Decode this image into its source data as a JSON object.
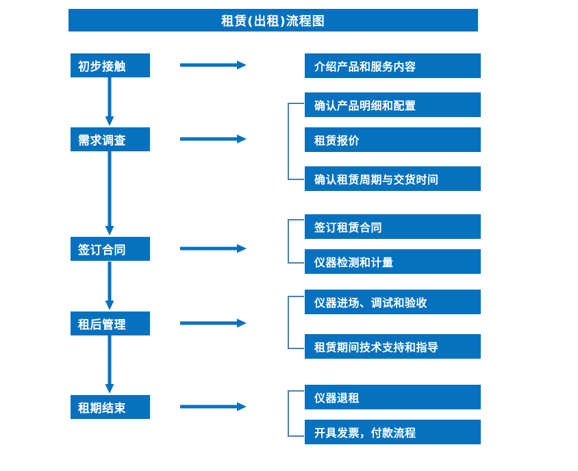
{
  "diagram": {
    "title": "租赁(出租)流程图",
    "colors": {
      "box_fill": "#0571bf",
      "box_text": "#ffffff",
      "arrow": "#0571bf",
      "bracket": "#4a7fb0",
      "background": "#ffffff"
    },
    "stages": [
      {
        "id": "stage-1",
        "label": "初步接触"
      },
      {
        "id": "stage-2",
        "label": "需求调查"
      },
      {
        "id": "stage-3",
        "label": "签订合同"
      },
      {
        "id": "stage-4",
        "label": "租后管理"
      },
      {
        "id": "stage-5",
        "label": "租期结束"
      }
    ],
    "groups": [
      {
        "id": "group-1",
        "stage": "初步接触",
        "bracket": false,
        "details": [
          {
            "id": "detail-1-1",
            "label": "介绍产品和服务内容"
          }
        ]
      },
      {
        "id": "group-2",
        "stage": "需求调查",
        "bracket": true,
        "details": [
          {
            "id": "detail-2-1",
            "label": "确认产品明细和配置"
          },
          {
            "id": "detail-2-2",
            "label": "租赁报价"
          },
          {
            "id": "detail-2-3",
            "label": "确认租赁周期与交货时间"
          }
        ]
      },
      {
        "id": "group-3",
        "stage": "签订合同",
        "bracket": true,
        "details": [
          {
            "id": "detail-3-1",
            "label": "签订租赁合同"
          },
          {
            "id": "detail-3-2",
            "label": "仪器检测和计量"
          }
        ]
      },
      {
        "id": "group-4",
        "stage": "租后管理",
        "bracket": true,
        "details": [
          {
            "id": "detail-4-1",
            "label": "仪器进场、调试和验收"
          },
          {
            "id": "detail-4-2",
            "label": "租赁期间技术支持和指导"
          }
        ]
      },
      {
        "id": "group-5",
        "stage": "租期结束",
        "bracket": true,
        "details": [
          {
            "id": "detail-5-1",
            "label": "仪器退租"
          },
          {
            "id": "detail-5-2",
            "label": "开具发票，付款流程"
          }
        ]
      }
    ],
    "connectors": {
      "vertical_arrow_label": "流程向下箭头",
      "horizontal_arrow_label": "流程向右箭头",
      "count_vertical": 4,
      "count_horizontal": 5
    }
  }
}
